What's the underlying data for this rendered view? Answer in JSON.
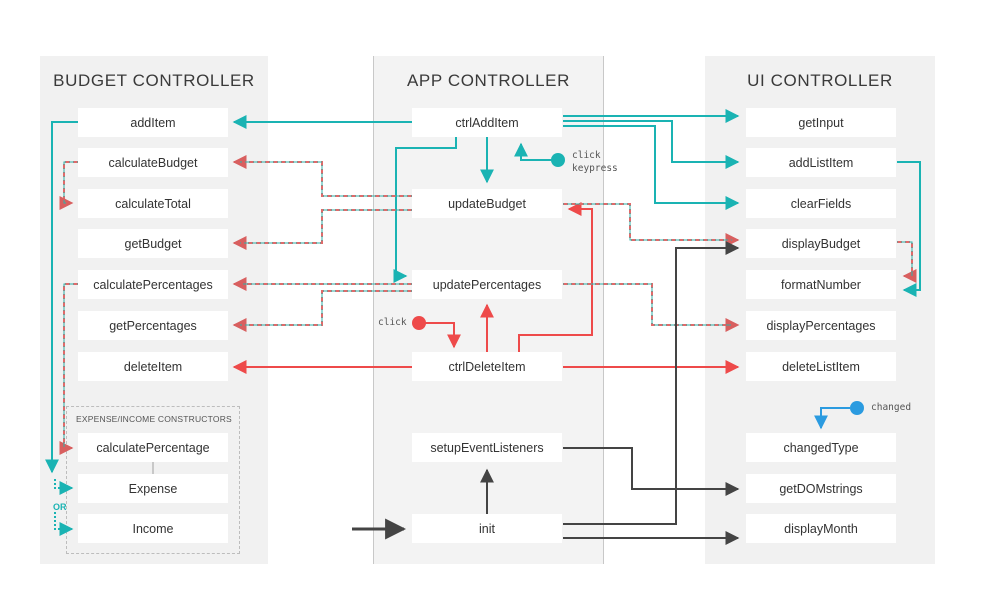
{
  "panels": {
    "budget": "BUDGET CONTROLLER",
    "app": "APP CONTROLLER",
    "ui": "UI CONTROLLER"
  },
  "budget_boxes": {
    "addItem": "addItem",
    "calculateBudget": "calculateBudget",
    "calculateTotal": "calculateTotal",
    "getBudget": "getBudget",
    "calculatePercentages": "calculatePercentages",
    "getPercentages": "getPercentages",
    "deleteItem": "deleteItem"
  },
  "constructors": {
    "title": "EXPENSE/INCOME CONSTRUCTORS",
    "calculatePercentage": "calculatePercentage",
    "expense": "Expense",
    "income": "Income",
    "or": "OR"
  },
  "app_boxes": {
    "ctrlAddItem": "ctrlAddItem",
    "updateBudget": "updateBudget",
    "updatePercentages": "updatePercentages",
    "ctrlDeleteItem": "ctrlDeleteItem",
    "setupEventListeners": "setupEventListeners",
    "init": "init"
  },
  "ui_boxes": {
    "getInput": "getInput",
    "addListItem": "addListItem",
    "clearFields": "clearFields",
    "displayBudget": "displayBudget",
    "formatNumber": "formatNumber",
    "displayPercentages": "displayPercentages",
    "deleteListItem": "deleteListItem",
    "changedType": "changedType",
    "getDOMstrings": "getDOMstrings",
    "displayMonth": "displayMonth"
  },
  "events": {
    "click_keypress_line1": "click",
    "click_keypress_line2": "keypress",
    "click": "click",
    "changed": "changed"
  },
  "colors": {
    "teal": "#1ab3b3",
    "red": "#ee4a4a",
    "dark": "#444444",
    "blue": "#2b9be0",
    "mixed_red": "#e06a6a",
    "mixed_teal": "#2fb0a8"
  }
}
